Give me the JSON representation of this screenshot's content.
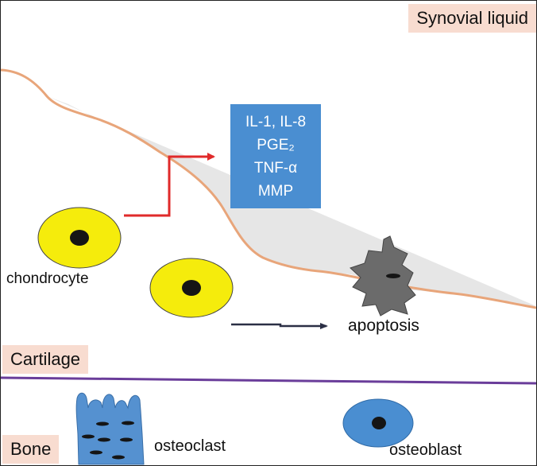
{
  "regions": {
    "synovial": "Synovial liquid",
    "cartilage": "Cartilage",
    "bone": "Bone"
  },
  "cells": {
    "chondrocyte": "chondrocyte",
    "apoptosis": "apoptosis",
    "osteoclast": "osteoclast",
    "osteoblast": "osteoblast"
  },
  "mediators": [
    "IL-1, IL-8",
    "PGE₂",
    "TNF-α",
    "MMP"
  ],
  "colors": {
    "label_bg": "#f8dcd0",
    "surface_line": "#e8a57a",
    "damage_fill": "#e6e6e6",
    "boundary_line": "#6a3d9a",
    "mediator_box": "#4a8ed1",
    "chondrocyte_fill": "#f5ec0c",
    "nucleus": "#151515",
    "apoptotic_cell": "#6b6b6b",
    "signal_arrow": "#e02a2a",
    "process_arrow": "#2b2f45",
    "bone_cell": "#4a8ed1"
  }
}
